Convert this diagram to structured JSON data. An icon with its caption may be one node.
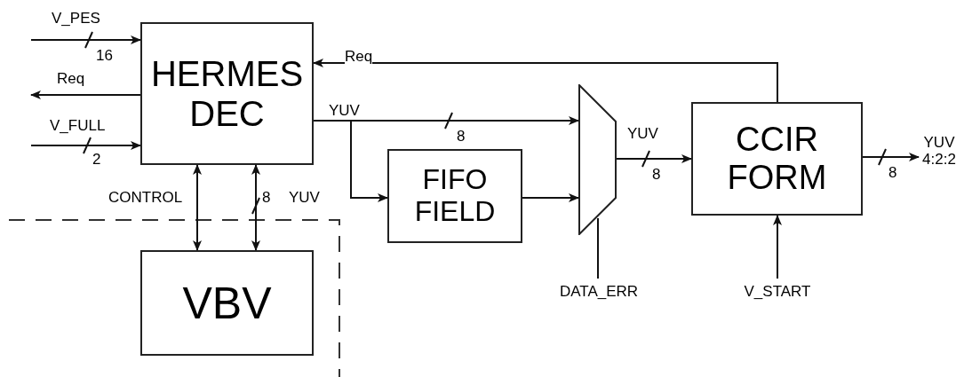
{
  "diagram": {
    "nodes": [
      {
        "text": [
          "HERMES DEC"
        ]
      },
      {
        "text": [
          "FIFO FIELD"
        ]
      },
      {
        "text": [],
        "shape": "trapezoid"
      },
      {
        "text": [
          "CCIR FORM"
        ]
      },
      {
        "text": [
          "VBV"
        ]
      },
      {
        "text": [
          "DATA_ERR"
        ]
      },
      {
        "text": [
          "V_START"
        ]
      },
      {
        "text": [
          "YUV 4:2:2"
        ]
      }
    ],
    "edges": [
      {
        "from": null,
        "to": 0,
        "arrow": "to",
        "label": "V_PES"
      },
      {
        "from": 0,
        "to": null,
        "arrow": "to",
        "label": "Req"
      },
      {
        "from": null,
        "to": 0,
        "arrow": "to",
        "label": "V_FULL"
      },
      {
        "from": 3,
        "to": 0,
        "arrow": "to",
        "label": "Req"
      },
      {
        "from": 0,
        "to": 2,
        "arrow": "to",
        "label": "YUV"
      },
      {
        "from": 0,
        "to": 1,
        "arrow": "to"
      },
      {
        "from": 1,
        "to": 2,
        "arrow": "to"
      },
      {
        "from": 2,
        "to": 3,
        "arrow": "to",
        "label": "YUV"
      },
      {
        "from": 2,
        "to": 5,
        "arrow": "none"
      },
      {
        "from": 6,
        "to": 3,
        "arrow": "to"
      },
      {
        "from": 3,
        "to": 7,
        "arrow": "to"
      },
      {
        "from": 0,
        "to": 4,
        "arrow": "both",
        "label": "CONTROL"
      },
      {
        "from": 0,
        "to": 4,
        "arrow": "both",
        "label": "YUV"
      }
    ],
    "labels": [
      "16",
      "8",
      "2",
      "8",
      "8",
      "8"
    ]
  }
}
